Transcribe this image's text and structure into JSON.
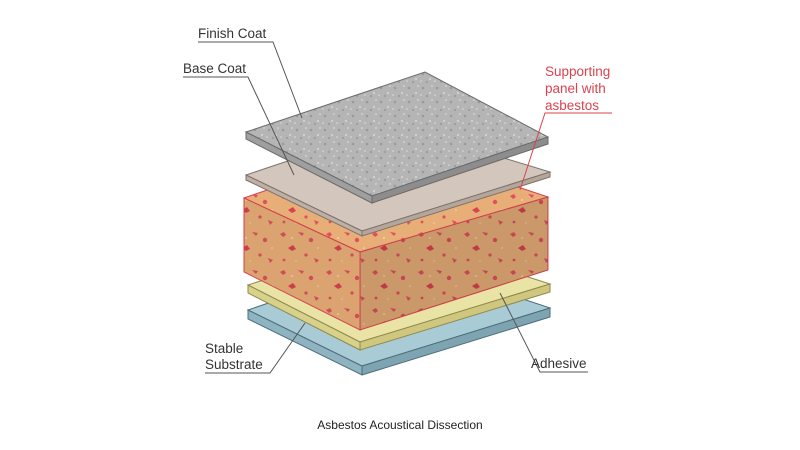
{
  "labels": {
    "finish_coat": "Finish Coat",
    "base_coat": "Base Coat",
    "supporting_panel": [
      "Supporting",
      "panel with",
      "asbestos"
    ],
    "stable_substrate": [
      "Stable",
      "Substrate"
    ],
    "adhesive": "Adhesive"
  },
  "caption": "Asbestos Acoustical Dissection",
  "colors": {
    "finish_coat": "#b8b8b8",
    "base_coat": "#d3c6bd",
    "panel_fill": "#e8ae78",
    "panel_speckle": "#e05060",
    "adhesive": "#e9e4a6",
    "substrate": "#a9cbd6",
    "accent_red": "#d9434f",
    "line_gray": "#555555"
  }
}
